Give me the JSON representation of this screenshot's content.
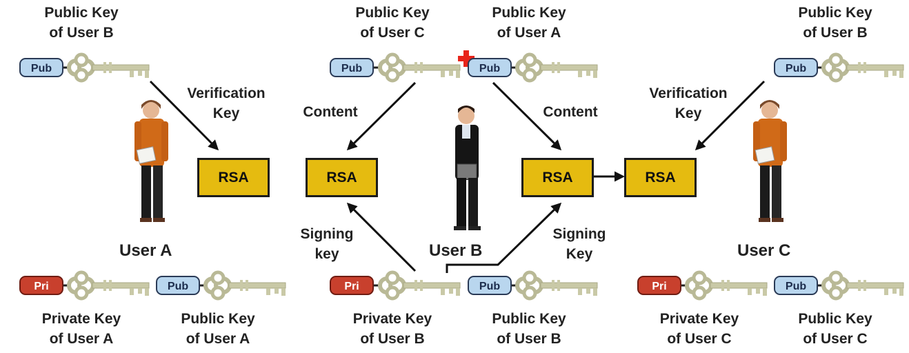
{
  "labels": {
    "pk_b_topleft": [
      "Public Key",
      "of User B"
    ],
    "pk_c_top": [
      "Public Key",
      "of User C"
    ],
    "pk_a_top": [
      "Public Key",
      "of User A"
    ],
    "pk_b_topright": [
      "Public Key",
      "of User B"
    ],
    "verif_left": [
      "Verification",
      "Key"
    ],
    "verif_right": [
      "Verification",
      "Key"
    ],
    "content_left": "Content",
    "content_right": "Content",
    "signing_left": [
      "Signing",
      "key"
    ],
    "signing_right": [
      "Signing",
      "Key"
    ],
    "priv_a": [
      "Private Key",
      "of User A"
    ],
    "pub_a": [
      "Public Key",
      "of User A"
    ],
    "priv_b": [
      "Private Key",
      "of User B"
    ],
    "pub_b": [
      "Public Key",
      "of User B"
    ],
    "priv_c": [
      "Private Key",
      "of User C"
    ],
    "pub_c": [
      "Public Key",
      "of User C"
    ]
  },
  "tags": {
    "pub": "Pub",
    "pri": "Pri"
  },
  "rsa_label": "RSA",
  "users": {
    "a": "User A",
    "b": "User B",
    "c": "User C"
  },
  "colors": {
    "rsa_fill": "#e5bb10",
    "pub_tag": "#b9d6ee",
    "pri_tag": "#c8402d",
    "key_metal": "#c9c9a7",
    "arrow": "#111111",
    "cursor_marker": "#e8241a"
  }
}
